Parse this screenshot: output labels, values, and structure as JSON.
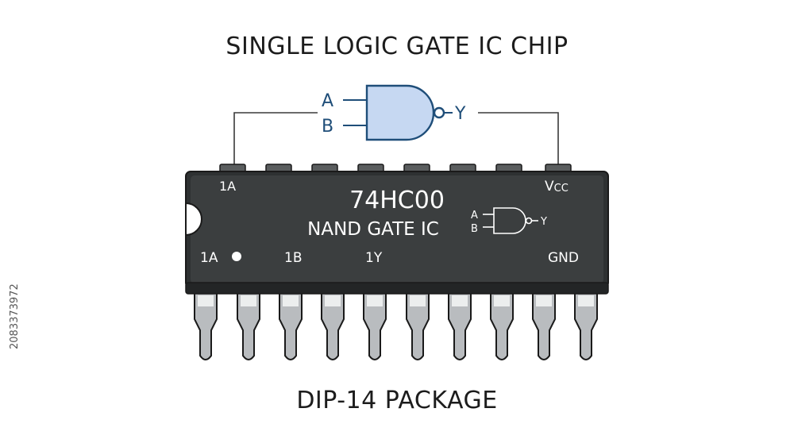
{
  "title": "SINGLE LOGIC GATE IC CHIP",
  "caption": "DIP-14 PACKAGE",
  "gate": {
    "input_a": "A",
    "input_b": "B",
    "output": "Y"
  },
  "chip": {
    "part_number": "74HC00",
    "description": "NAND GATE IC",
    "mini_gate": {
      "input_a": "A",
      "input_b": "B",
      "output": "Y"
    },
    "top_labels": {
      "left": "1A",
      "right_main": "V",
      "right_sub": "CC"
    },
    "bottom_labels": [
      "1A",
      "1B",
      "1Y",
      "GND"
    ]
  },
  "side_id": "2083373972",
  "colors": {
    "chip_body": "#3b3e3f",
    "chip_top": "#4a4d4e",
    "gate_fill": "#c6d8f2",
    "gate_stroke": "#1f4e79",
    "pin": "#b9bcbf",
    "pin_highlight": "#eceeee"
  }
}
